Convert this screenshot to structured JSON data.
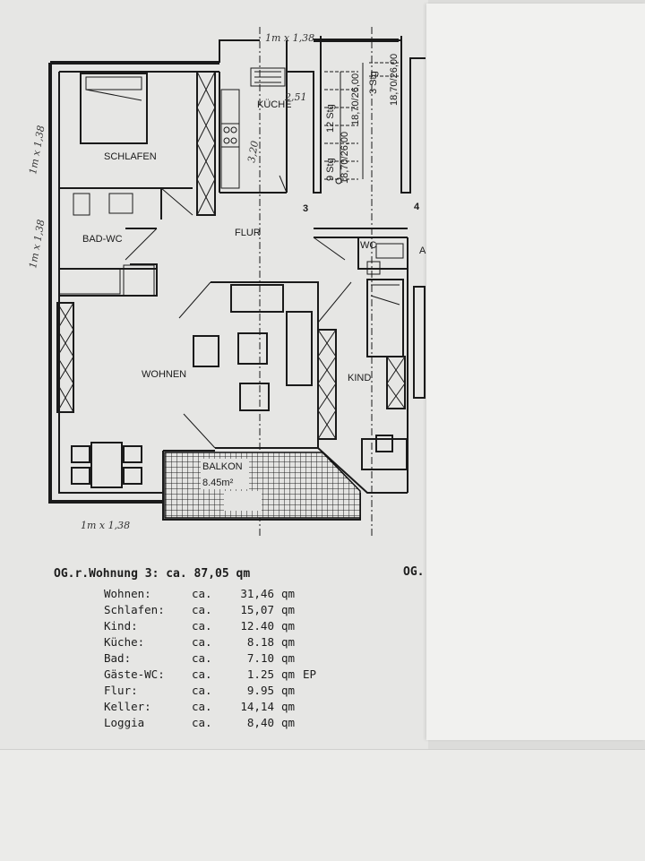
{
  "plan": {
    "rooms": {
      "schlafen": "SCHLAFEN",
      "kueche": "KÜCHE",
      "bad_wc": "BAD-WC",
      "flur": "FLUR",
      "wc": "WC",
      "wohnen": "WOHNEN",
      "kind": "KIND",
      "balkon": "BALKON",
      "balkon_area": "8.45m²"
    },
    "stairs": {
      "steps_a": "9 Stg",
      "steps_b": "12 Stg",
      "steps_c": "3 Stg",
      "dim_a": "18,70/26,00",
      "dim_b": "18,70/26,00",
      "dim_c": "18,70/26,00"
    },
    "unit_numbers": {
      "left": "3",
      "right": "4"
    },
    "neighbor_label": "A",
    "handwritten": {
      "top": "1m x 1,38",
      "left_upper": "1m x 1,38",
      "left_lower": "1m x 1,38",
      "bottom": "1m x 1,38",
      "kueche_dim": "2,51",
      "kueche_dim2": "3,20"
    }
  },
  "summary": {
    "title": "OG.r.Wohnung 3:",
    "total": "ca. 87,05 qm",
    "next_unit_label": "OG.",
    "rows": [
      {
        "name": "Wohnen:",
        "ca": "ca.",
        "value": "31,46",
        "unit": "qm",
        "note": ""
      },
      {
        "name": "Schlafen:",
        "ca": "ca.",
        "value": "15,07",
        "unit": "qm",
        "note": ""
      },
      {
        "name": "Kind:",
        "ca": "ca.",
        "value": "12.40",
        "unit": "qm",
        "note": ""
      },
      {
        "name": "Küche:",
        "ca": "ca.",
        "value": "8.18",
        "unit": "qm",
        "note": ""
      },
      {
        "name": "Bad:",
        "ca": "ca.",
        "value": "7.10",
        "unit": "qm",
        "note": ""
      },
      {
        "name": "Gäste-WC:",
        "ca": "ca.",
        "value": "1.25",
        "unit": "qm",
        "note": "EP"
      },
      {
        "name": "Flur:",
        "ca": "ca.",
        "value": "9.95",
        "unit": "qm",
        "note": ""
      },
      {
        "name": "Keller:",
        "ca": "ca.",
        "value": "14,14",
        "unit": "qm",
        "note": ""
      },
      {
        "name": "Loggia",
        "ca": "ca.",
        "value": "8,40",
        "unit": "qm",
        "note": ""
      }
    ]
  }
}
